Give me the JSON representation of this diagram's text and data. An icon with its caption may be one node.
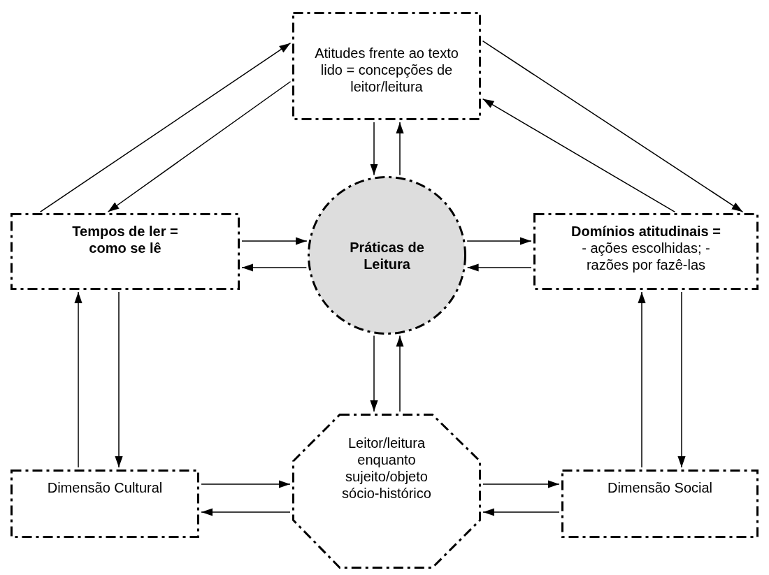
{
  "diagram": {
    "nodes": [
      {
        "text": [
          "Atitudes frente ao texto lido = concepções de leitor/leitura"
        ]
      },
      {
        "text": [
          "Tempos de ler = como se lê"
        ]
      },
      {
        "text": [
          "Práticas de Leitura"
        ]
      },
      {
        "text": [
          "Domínios atitudinais =",
          "- ações escolhidas; - razões por fazê-las"
        ]
      },
      {
        "text": [
          "Dimensão Cultural"
        ]
      },
      {
        "text": [
          "Leitor/leitura enquanto sujeito/objeto sócio-histórico"
        ]
      },
      {
        "text": [
          "Dimensão Social"
        ]
      }
    ],
    "edges": [
      {
        "from": 1,
        "to": 0,
        "arrow": "to"
      },
      {
        "from": 0,
        "to": 1,
        "arrow": "to"
      },
      {
        "from": 0,
        "to": 3,
        "arrow": "to"
      },
      {
        "from": 3,
        "to": 0,
        "arrow": "to"
      },
      {
        "from": 0,
        "to": 2,
        "arrow": "to"
      },
      {
        "from": 2,
        "to": 0,
        "arrow": "to"
      },
      {
        "from": 1,
        "to": 2,
        "arrow": "to"
      },
      {
        "from": 2,
        "to": 1,
        "arrow": "to"
      },
      {
        "from": 2,
        "to": 3,
        "arrow": "to"
      },
      {
        "from": 3,
        "to": 2,
        "arrow": "to"
      },
      {
        "from": 2,
        "to": 5,
        "arrow": "to"
      },
      {
        "from": 5,
        "to": 2,
        "arrow": "to"
      },
      {
        "from": 4,
        "to": 1,
        "arrow": "to"
      },
      {
        "from": 1,
        "to": 4,
        "arrow": "to"
      },
      {
        "from": 6,
        "to": 3,
        "arrow": "to"
      },
      {
        "from": 3,
        "to": 6,
        "arrow": "to"
      },
      {
        "from": 4,
        "to": 5,
        "arrow": "to"
      },
      {
        "from": 5,
        "to": 4,
        "arrow": "to"
      },
      {
        "from": 5,
        "to": 6,
        "arrow": "to"
      },
      {
        "from": 6,
        "to": 5,
        "arrow": "to"
      }
    ]
  }
}
